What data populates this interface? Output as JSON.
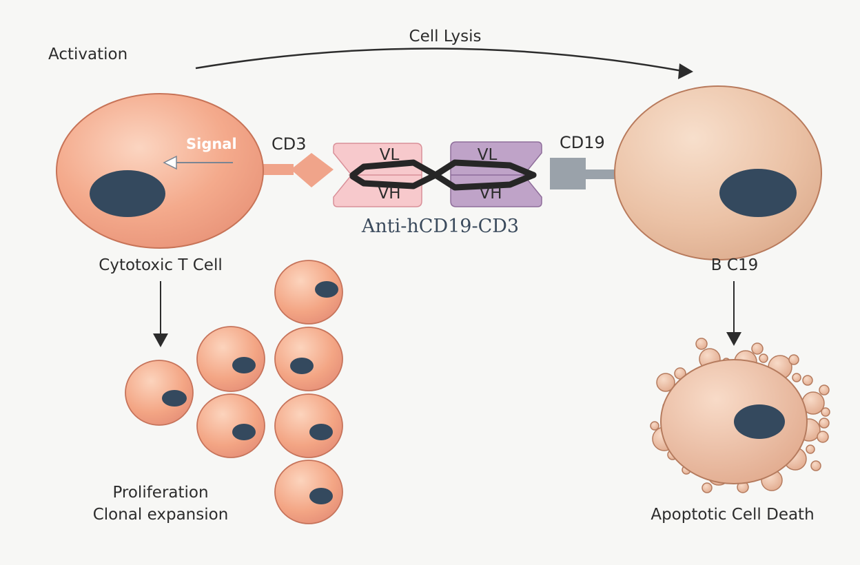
{
  "labels": {
    "activation": "Activation",
    "cell_lysis": "Cell Lysis",
    "signal": "Signal",
    "cd3": "CD3",
    "cd19": "CD19",
    "vl_left": "VL",
    "vh_left": "VH",
    "vl_right": "VL",
    "vh_right": "VH",
    "antibody": "Anti-hCD19-CD3",
    "t_cell": "Cytotoxic T Cell",
    "b_cell": "B C19",
    "proliferation": "Proliferation",
    "clonal": "Clonal expansion",
    "apoptosis": "Apoptotic Cell Death"
  },
  "colors": {
    "t_cell_fill": "#f2a384",
    "b_cell_fill": "#edc6ac",
    "nucleus": "#34495e",
    "cd3_receptor": "#f0a48a",
    "cd19_receptor": "#9aa2aa",
    "vl_vh_left": "#f7c9cc",
    "vl_vh_right": "#bfa3c8",
    "linker": "#262626"
  }
}
